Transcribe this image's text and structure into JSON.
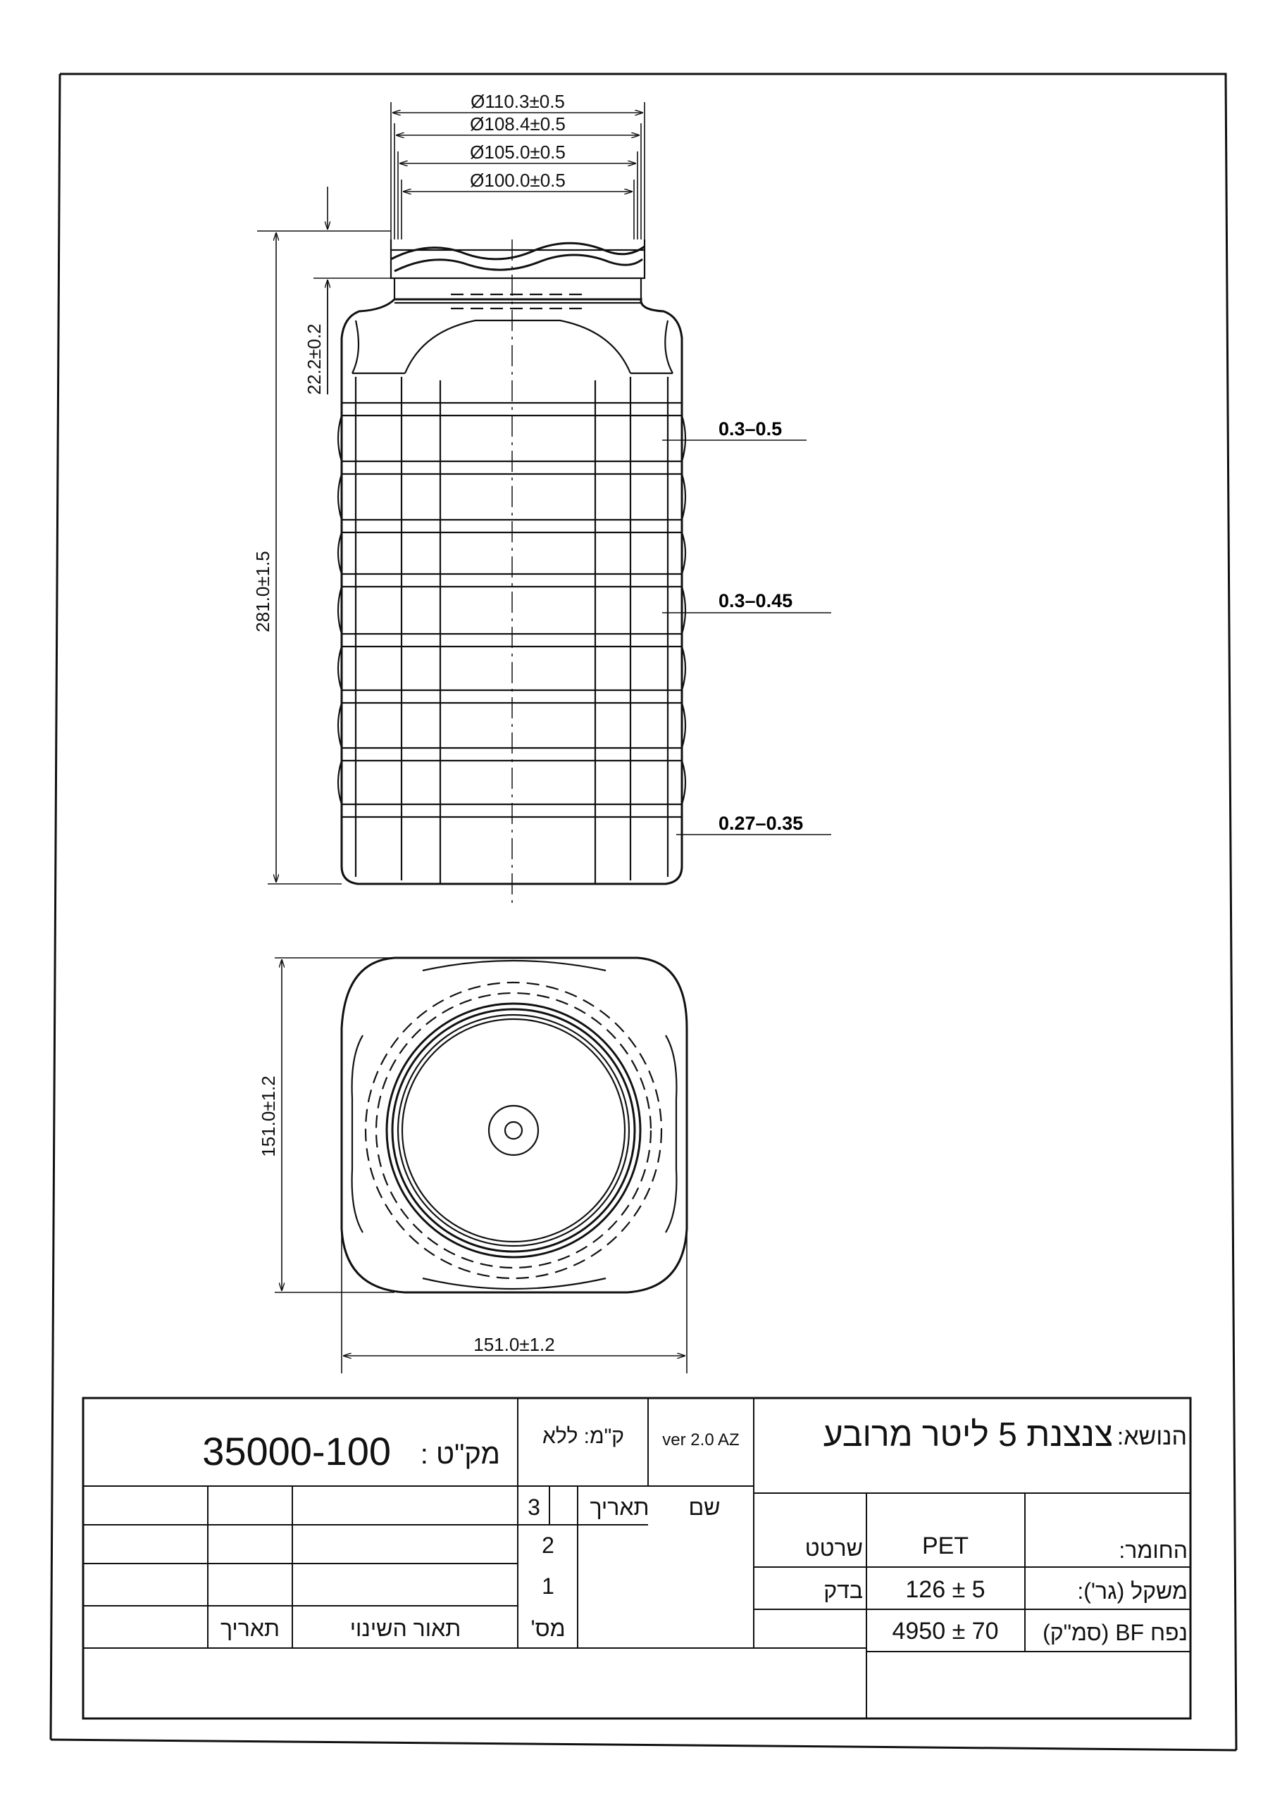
{
  "dimensions": {
    "neck": [
      "Ø110.3±0.5",
      "Ø108.4±0.5",
      "Ø105.0±0.5",
      "Ø100.0±0.5"
    ],
    "neck_height": "22.2±0.2",
    "total_height": "281.0±1.5",
    "width": "151.0±1.2",
    "depth": "151.0±1.2"
  },
  "wall_thickness": [
    "0.3–0.5",
    "0.3–0.45",
    "0.27–0.35"
  ],
  "title_block": {
    "subject_label": "הנושא:",
    "subject": "צנצנת 5 ליטר מרובע",
    "version": "ver 2.0 AZ",
    "scale": "ק\"מ: ללא",
    "part_label": "מק\"ט :",
    "part_number": "35000-100",
    "name_header": "שם",
    "date_header": "תאריך",
    "drawn": "שרטט",
    "checked": "בדק",
    "material_label": "החומר:",
    "material": "PET",
    "weight_label": "משקל (גר'):",
    "weight": "126 ± 5",
    "volume_label": "נפח BF (סמ\"ק)",
    "volume": "4950 ± 70",
    "revisions": [
      "3",
      "2",
      "1"
    ],
    "rev_no_header": "מס'",
    "change_desc_header": "תאור השינוי",
    "change_date_header": "תאריך"
  }
}
